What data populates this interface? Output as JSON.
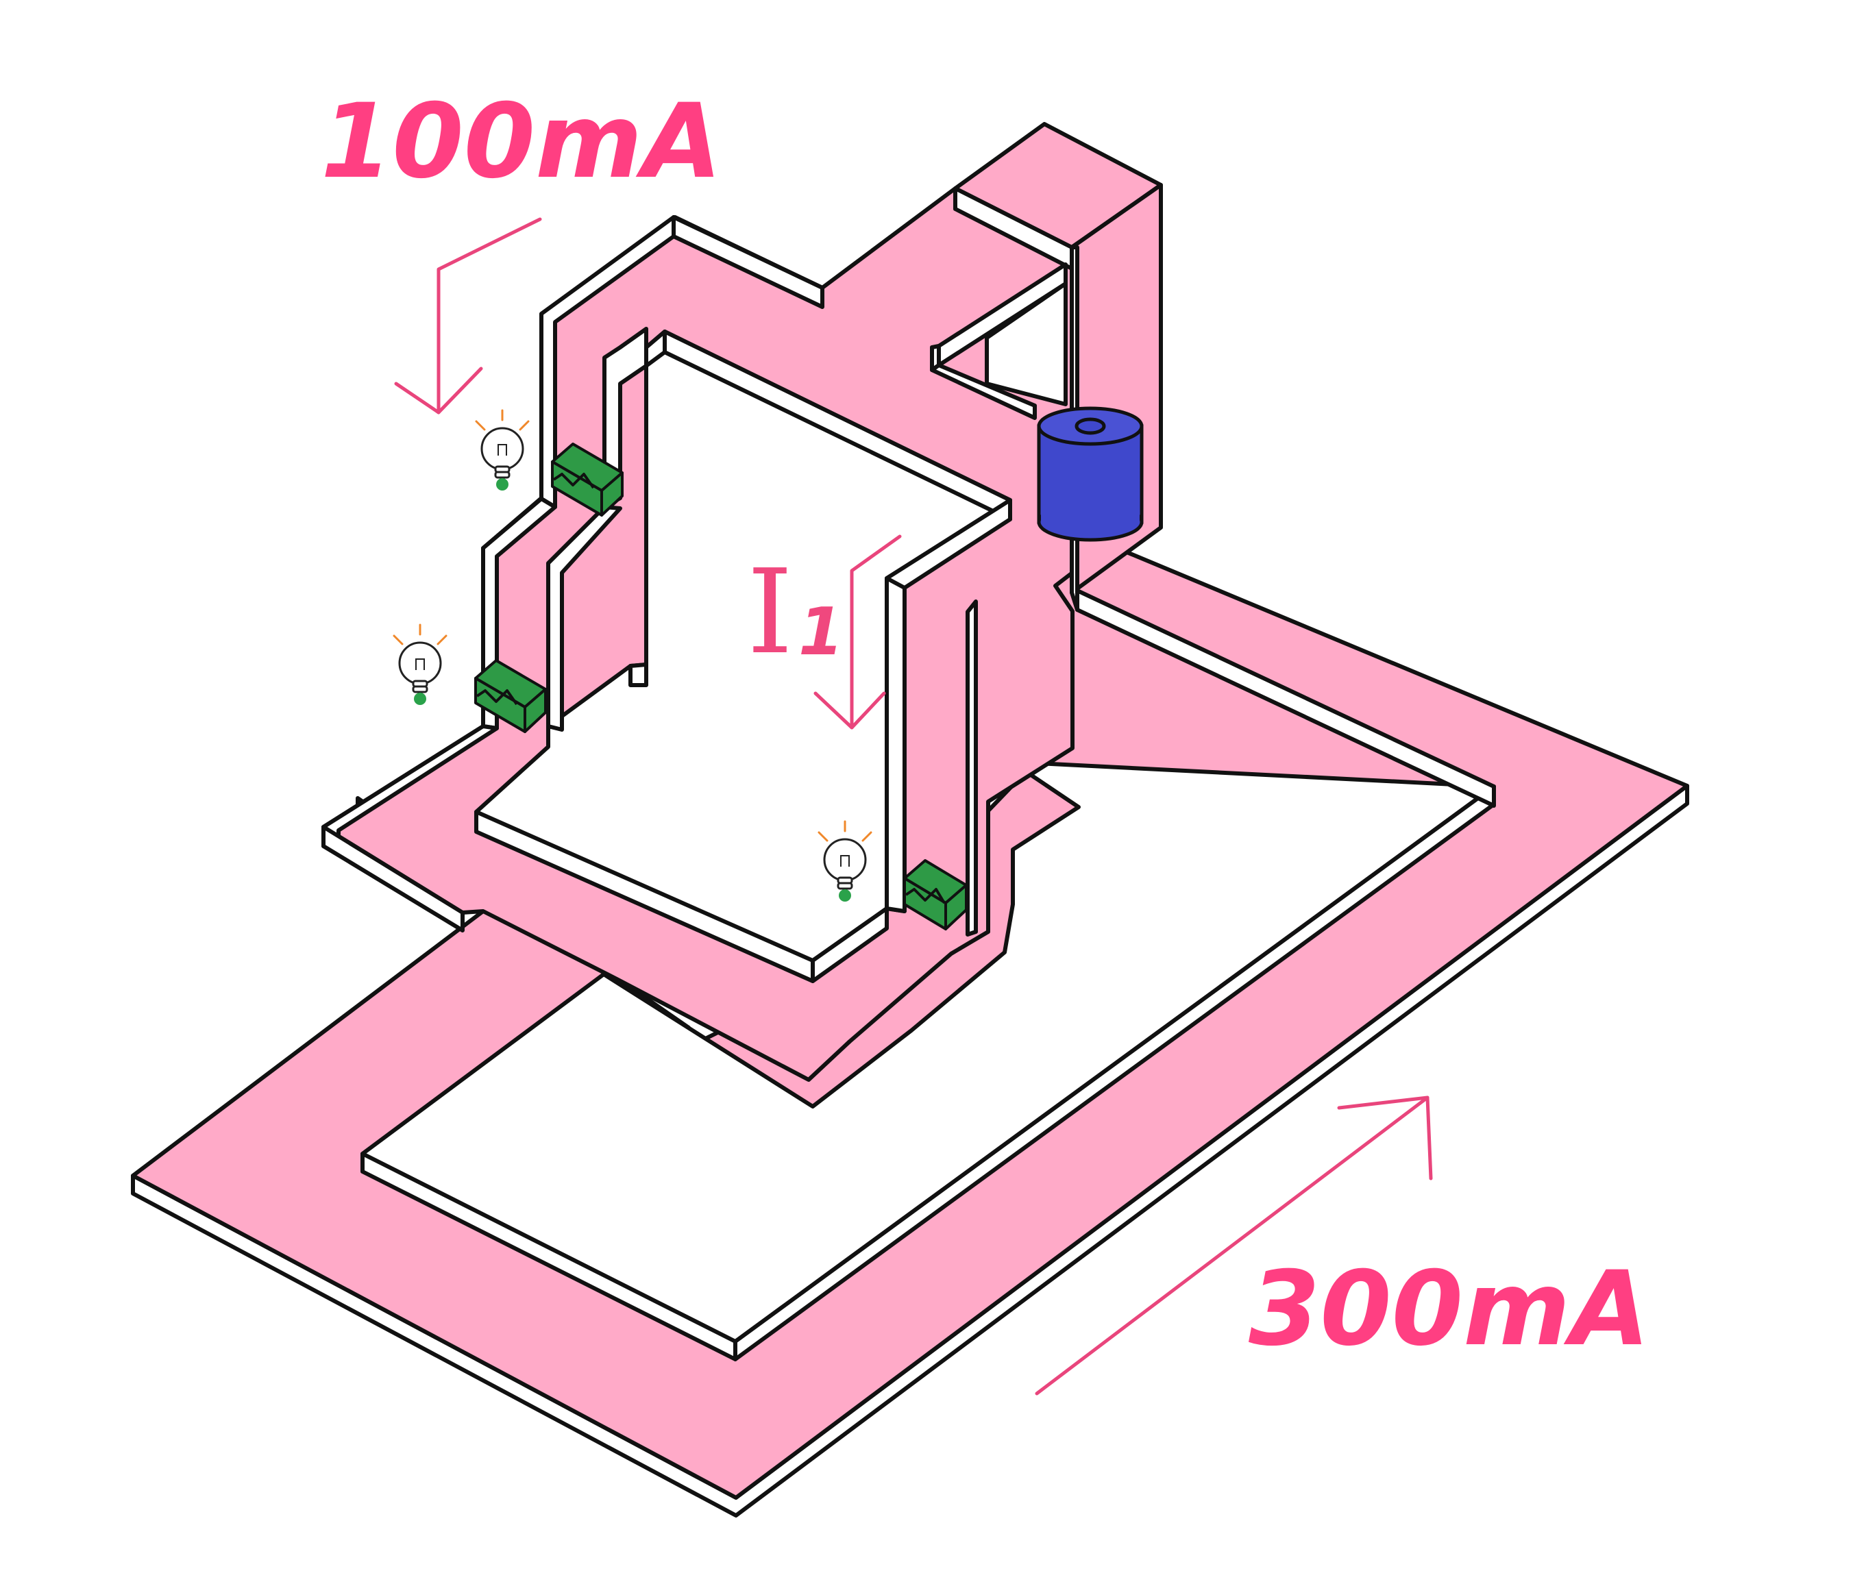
{
  "labels": {
    "current_top": "100mA",
    "current_bottom": "300mA",
    "i1_main": "I",
    "i1_sub": "1"
  },
  "colors": {
    "channel_fill": "#ffaac8",
    "label_color": "#ff3f82",
    "arrow_color": "#e9457c",
    "resistor_fill": "#2e9a46",
    "battery_fill": "#3f48cc",
    "bulb_ray": "#f0882b",
    "bulb_tip": "#2aa24a"
  },
  "components": {
    "bulbs": [
      "light-bulb-icon",
      "light-bulb-icon",
      "light-bulb-icon"
    ],
    "resistors": [
      "resistor-icon",
      "resistor-icon",
      "resistor-icon"
    ],
    "battery": "battery-icon"
  }
}
